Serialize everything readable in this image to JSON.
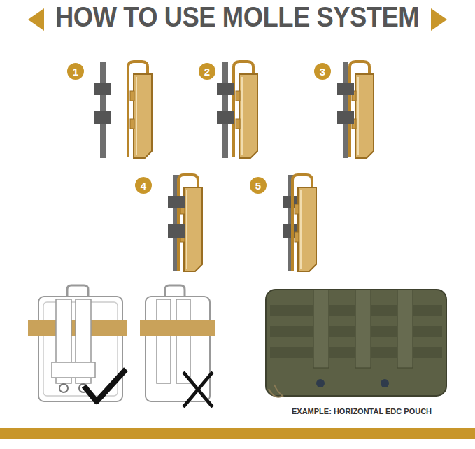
{
  "diagram": {
    "title": "HOW TO USE MOLLE SYSTEM",
    "nodes": [
      {
        "text": [
          "1"
        ]
      },
      {
        "text": [
          "2"
        ]
      },
      {
        "text": [
          "3"
        ]
      },
      {
        "text": [
          "4"
        ]
      },
      {
        "text": [
          "5"
        ]
      }
    ],
    "labels": [
      "EXAMPLE: HORIZONTAL EDC POUCH"
    ]
  }
}
